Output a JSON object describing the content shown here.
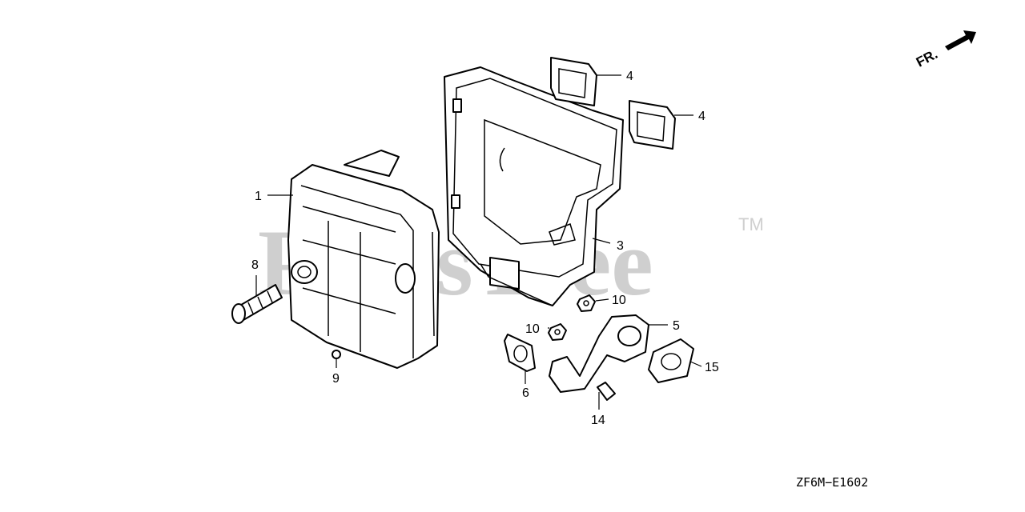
{
  "watermark": {
    "text": "PartsTree",
    "trademark": "TM"
  },
  "direction_marker": {
    "text": "FR."
  },
  "diagram_code": "ZF6M−E1602",
  "callouts": [
    {
      "id": "c1",
      "label": "1"
    },
    {
      "id": "c3",
      "label": "3"
    },
    {
      "id": "c4a",
      "label": "4"
    },
    {
      "id": "c4b",
      "label": "4"
    },
    {
      "id": "c5",
      "label": "5"
    },
    {
      "id": "c6",
      "label": "6"
    },
    {
      "id": "c8",
      "label": "8"
    },
    {
      "id": "c9",
      "label": "9"
    },
    {
      "id": "c10a",
      "label": "10"
    },
    {
      "id": "c10b",
      "label": "10"
    },
    {
      "id": "c14",
      "label": "14"
    },
    {
      "id": "c15",
      "label": "15"
    }
  ]
}
